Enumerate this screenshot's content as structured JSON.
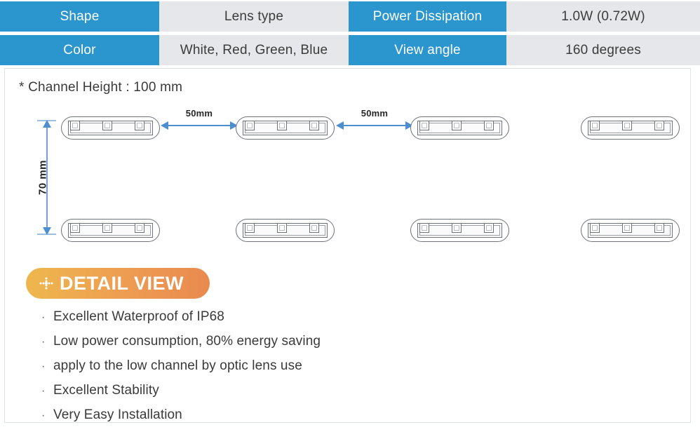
{
  "spec_table": {
    "rows": [
      {
        "key1": "Shape",
        "val1": "Lens type",
        "key2": "Power Dissipation",
        "val2": "1.0W (0.72W)"
      },
      {
        "key1": "Color",
        "val1": "White, Red, Green, Blue",
        "key2": "View angle",
        "val2": "160 degrees"
      }
    ],
    "colors": {
      "key_background": "#2b96ce",
      "key_text": "#ffffff",
      "value_background": "#e5e7ea",
      "value_text": "#3c3c3c"
    }
  },
  "diagram": {
    "channel_note": "* Channel Height : 100 mm",
    "horizontal_dimensions": [
      {
        "label": "50mm"
      },
      {
        "label": "50mm"
      }
    ],
    "vertical_dimension": {
      "label": "70 mm"
    },
    "module_rows": [
      {
        "name": "top-row",
        "modules": [
          {
            "label": "led-module-1"
          },
          {
            "label": "led-module-2"
          },
          {
            "label": "led-module-3"
          },
          {
            "label": "led-module-4"
          }
        ]
      },
      {
        "name": "bottom-row",
        "modules": [
          {
            "label": "led-module-5"
          },
          {
            "label": "led-module-6"
          },
          {
            "label": "led-module-7"
          },
          {
            "label": "led-module-8"
          }
        ]
      }
    ],
    "arrow_color": "#4b8fd0",
    "module_outline_color": "#6f7277"
  },
  "detail_view": {
    "title": "DETAIL VIEW",
    "icon": "sparkle-icon",
    "gradient_start": "#eeb74e",
    "gradient_end": "#e98a4f"
  },
  "features": {
    "bullet_glyph": "·",
    "items": [
      "Excellent Waterproof of IP68",
      "Low power consumption, 80% energy saving",
      "apply to the low channel by optic lens use",
      "Excellent Stability",
      "Very Easy Installation"
    ]
  }
}
